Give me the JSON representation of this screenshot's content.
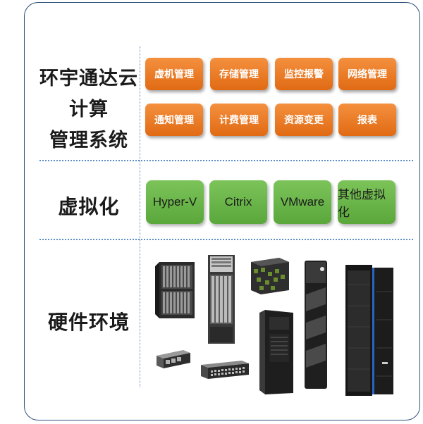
{
  "sections": {
    "management": {
      "label_line1": "环宇通达云计算",
      "label_line2": "管理系统",
      "modules": [
        "虚机管理",
        "存储管理",
        "监控报警",
        "网络管理",
        "通知管理",
        "计费管理",
        "资源变更",
        "报表"
      ]
    },
    "virtualization": {
      "label": "虚拟化",
      "platforms": [
        "Hyper-V",
        "Citrix",
        "VMware",
        "其他虚拟化"
      ]
    },
    "hardware": {
      "label": "硬件环境"
    }
  },
  "colors": {
    "module_orange": "#e87720",
    "platform_green": "#6bb64a",
    "border_blue": "#2d4f7c",
    "divider_blue": "#5b8ec8"
  }
}
